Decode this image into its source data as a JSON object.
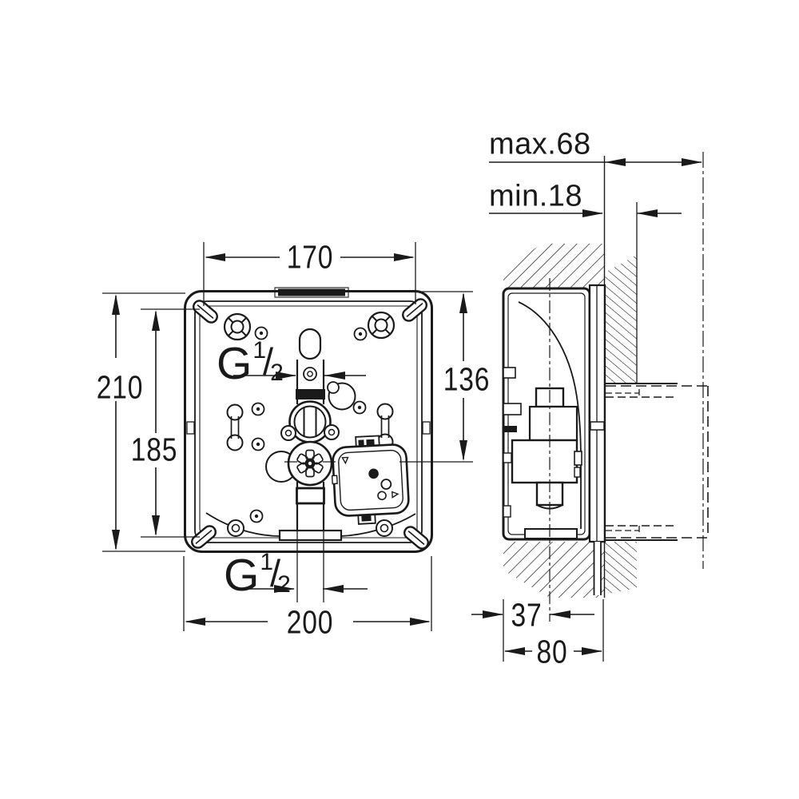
{
  "colors": {
    "line": "#1a1a1a",
    "background": "#ffffff"
  },
  "drawing": {
    "type": "technical-installation-drawing",
    "front_view": {
      "top_width": "170",
      "outer_height": "210",
      "anchor_height": "185",
      "right_height": "136",
      "bottom_width": "200"
    },
    "thread_label": {
      "base": "G",
      "numerator": "1",
      "denominator": "2"
    },
    "side_view": {
      "wall_depth_max": "max.68",
      "wall_depth_min": "min.18",
      "center_offset": "37",
      "housing_depth": "80"
    }
  }
}
